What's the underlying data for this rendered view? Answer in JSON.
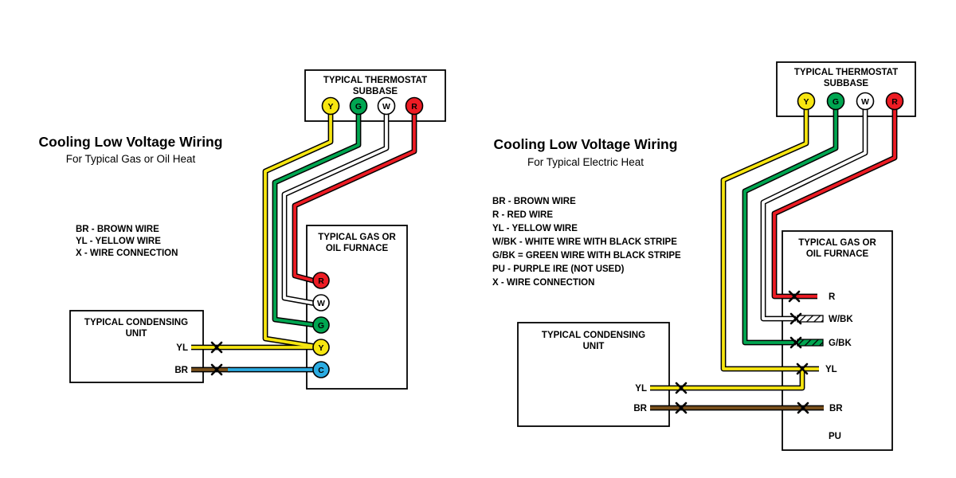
{
  "colors": {
    "yellow": "#f7e611",
    "green": "#00a651",
    "red": "#ed1c24",
    "white": "#ffffff",
    "blue": "#2bace2",
    "brown": "#7a511c",
    "black": "#000000"
  },
  "left": {
    "title": "Cooling Low Voltage Wiring",
    "subtitle": "For Typical Gas or Oil Heat",
    "legend": [
      "BR - BROWN WIRE",
      "YL - YELLOW WIRE",
      "X - WIRE CONNECTION"
    ],
    "thermostat": {
      "name1": "TYPICAL THERMOSTAT",
      "name2": "SUBBASE",
      "terminals": [
        "Y",
        "G",
        "W",
        "R"
      ]
    },
    "furnace": {
      "name1": "TYPICAL GAS OR",
      "name2": "OIL FURNACE",
      "terminals": [
        "R",
        "W",
        "G",
        "Y",
        "C"
      ]
    },
    "condensing": {
      "name1": "TYPICAL CONDENSING",
      "name2": "UNIT",
      "wires": [
        "YL",
        "BR"
      ]
    }
  },
  "right": {
    "title": "Cooling Low Voltage Wiring",
    "subtitle": "For Typical Electric Heat",
    "legend": [
      "BR - BROWN WIRE",
      "R - RED WIRE",
      "YL - YELLOW WIRE",
      "W/BK - WHITE WIRE WITH BLACK STRIPE",
      "G/BK = GREEN WIRE WITH BLACK STRIPE",
      "PU - PURPLE IRE (NOT USED)",
      "X - WIRE CONNECTION"
    ],
    "thermostat": {
      "name1": "TYPICAL THERMOSTAT",
      "name2": "SUBBASE",
      "terminals": [
        "Y",
        "G",
        "W",
        "R"
      ]
    },
    "furnace": {
      "name1": "TYPICAL GAS OR",
      "name2": "OIL FURNACE",
      "wires": [
        "R",
        "W/BK",
        "G/BK",
        "YL",
        "BR",
        "PU"
      ]
    },
    "condensing": {
      "name1": "TYPICAL CONDENSING",
      "name2": "UNIT",
      "wires": [
        "YL",
        "BR"
      ]
    }
  }
}
